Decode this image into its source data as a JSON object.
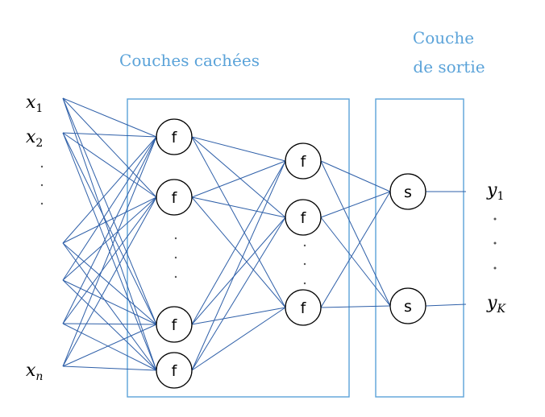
{
  "titles": {
    "hidden_layers": "Couches cachées",
    "output_line1": "Couche",
    "output_line2": "de sortie"
  },
  "inputs": {
    "x1": {
      "base": "x",
      "sub": "1"
    },
    "x2": {
      "base": "x",
      "sub": "2"
    },
    "xn": {
      "base": "x",
      "sub": "n"
    }
  },
  "outputs": {
    "y1": {
      "base": "y",
      "sub": "1"
    },
    "yK": {
      "base": "y",
      "sub": "K"
    }
  },
  "hidden_node_label": "f",
  "output_node_label": "s",
  "colors": {
    "box": "#5ba3d9",
    "edge": "#2e5fa8",
    "title": "#5ba3d9"
  }
}
